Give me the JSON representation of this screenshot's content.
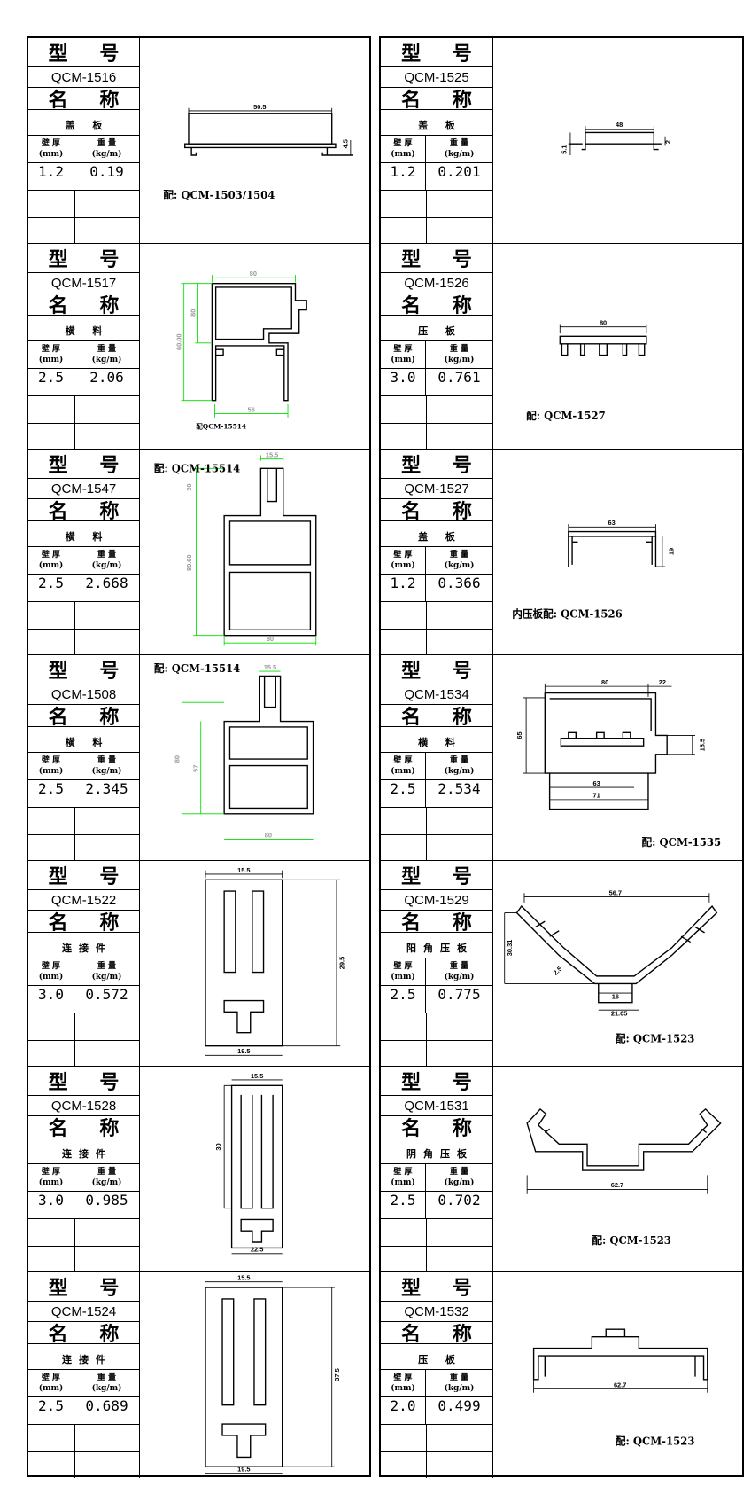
{
  "labels": {
    "type": "型 号",
    "name": "名 称",
    "thickness": "壁 厚",
    "thickness_unit": "(mm)",
    "weight": "重 量",
    "weight_unit": "(kg/m)"
  },
  "left": [
    {
      "model": "QCM-1516",
      "name": "盖 板",
      "thickness": "1.2",
      "weight": "0.19",
      "note": "配: QCM-1503/1504",
      "dims": [
        "50.5",
        "4.5"
      ]
    },
    {
      "model": "QCM-1517",
      "name": "横 料",
      "thickness": "2.5",
      "weight": "2.06",
      "note": "配QCM-15514",
      "dims": [
        "80",
        "60.00",
        "80",
        "56"
      ]
    },
    {
      "model": "QCM-1547",
      "name": "横 料",
      "thickness": "2.5",
      "weight": "2.668",
      "note": "配: QCM-15514",
      "dims": [
        "15.5",
        "30",
        "80.60",
        "80"
      ]
    },
    {
      "model": "QCM-1508",
      "name": "横 料",
      "thickness": "2.5",
      "weight": "2.345",
      "note": "配: QCM-15514",
      "dims": [
        "15.5",
        "80",
        "57",
        "80"
      ]
    },
    {
      "model": "QCM-1522",
      "name": "连接件",
      "thickness": "3.0",
      "weight": "0.572",
      "note": "",
      "dims": [
        "15.5",
        "29.5",
        "19.5"
      ]
    },
    {
      "model": "QCM-1528",
      "name": "连接件",
      "thickness": "3.0",
      "weight": "0.985",
      "note": "",
      "dims": [
        "15.5",
        "30",
        "22.5"
      ]
    },
    {
      "model": "QCM-1524",
      "name": "连接件",
      "thickness": "2.5",
      "weight": "0.689",
      "note": "",
      "dims": [
        "15.5",
        "37.5",
        "19.5"
      ]
    }
  ],
  "right": [
    {
      "model": "QCM-1525",
      "name": "盖 板",
      "thickness": "1.2",
      "weight": "0.201",
      "note": "",
      "dims": [
        "48",
        "5.1",
        "2"
      ]
    },
    {
      "model": "QCM-1526",
      "name": "压 板",
      "thickness": "3.0",
      "weight": "0.761",
      "note": "配: QCM-1527",
      "dims": [
        "80"
      ]
    },
    {
      "model": "QCM-1527",
      "name": "盖 板",
      "thickness": "1.2",
      "weight": "0.366",
      "note": "内压板配: QCM-1526",
      "dims": [
        "63",
        "19"
      ]
    },
    {
      "model": "QCM-1534",
      "name": "横 料",
      "thickness": "2.5",
      "weight": "2.534",
      "note": "配: QCM-1535",
      "dims": [
        "80",
        "22",
        "65",
        "15.5",
        "63",
        "71"
      ]
    },
    {
      "model": "QCM-1529",
      "name": "阳角压板",
      "thickness": "2.5",
      "weight": "0.775",
      "note": "配: QCM-1523",
      "dims": [
        "56.7",
        "30.31",
        "2.5",
        "16",
        "21.05"
      ]
    },
    {
      "model": "QCM-1531",
      "name": "阴角压板",
      "thickness": "2.5",
      "weight": "0.702",
      "note": "配: QCM-1523",
      "dims": [
        "62.7"
      ]
    },
    {
      "model": "QCM-1532",
      "name": "压 板",
      "thickness": "2.0",
      "weight": "0.499",
      "note": "配: QCM-1523",
      "dims": [
        "62.7"
      ]
    }
  ]
}
